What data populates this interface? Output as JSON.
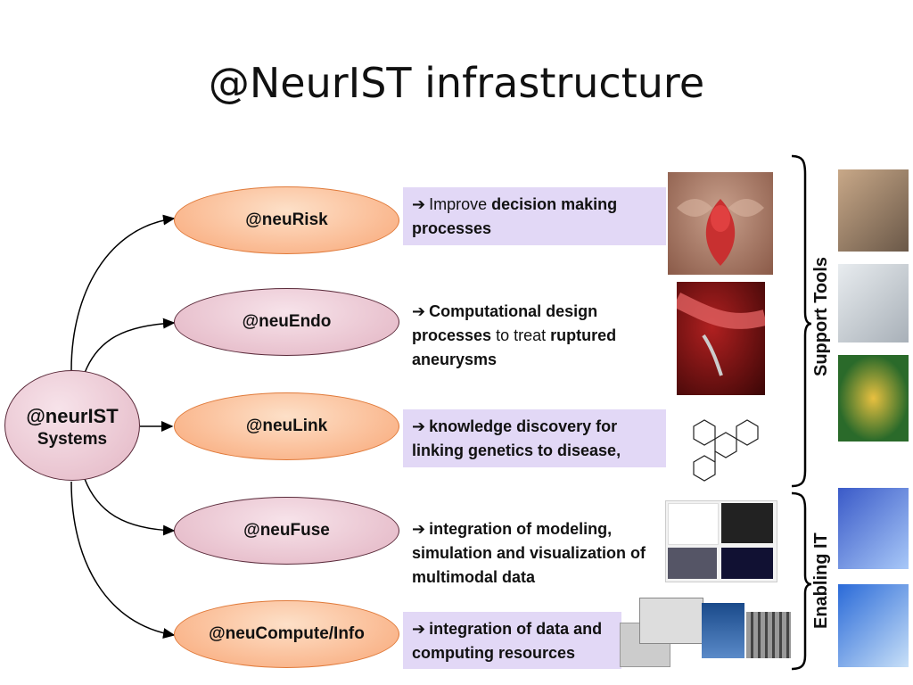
{
  "title": "@NeurIST infrastructure",
  "hub": {
    "line1": "@neurIST",
    "line2": "Systems"
  },
  "modules": [
    {
      "label": "@neuRisk",
      "color": "orange",
      "desc": [
        {
          "t": "Improve ",
          "b": false
        },
        {
          "t": "decision making processes",
          "b": true
        }
      ]
    },
    {
      "label": "@neuEndo",
      "color": "pink",
      "desc": [
        {
          "t": "Computational design processes",
          "b": true
        },
        {
          "t": " to treat ",
          "b": false
        },
        {
          "t": "ruptured aneurysms",
          "b": true
        }
      ]
    },
    {
      "label": "@neuLink",
      "color": "orange",
      "desc": [
        {
          "t": "knowledge discovery for linking genetics to disease,",
          "b": true
        }
      ]
    },
    {
      "label": "@neuFuse",
      "color": "pink",
      "desc": [
        {
          "t": "integration of modeling, simulation and visualization of multimodal data",
          "b": true
        }
      ]
    },
    {
      "label": "@neuCompute/Info",
      "color": "orange",
      "desc": [
        {
          "t": "integration of data and computing resources",
          "b": true
        }
      ]
    }
  ],
  "arrow_glyph": "➔",
  "side_labels": {
    "support": "Support Tools",
    "enabling": "Enabling IT"
  },
  "colors": {
    "orange_fill": "#f9a777",
    "pink_fill": "#e2b3c2",
    "highlight": "#e2d8f6",
    "connector": "#000000"
  }
}
